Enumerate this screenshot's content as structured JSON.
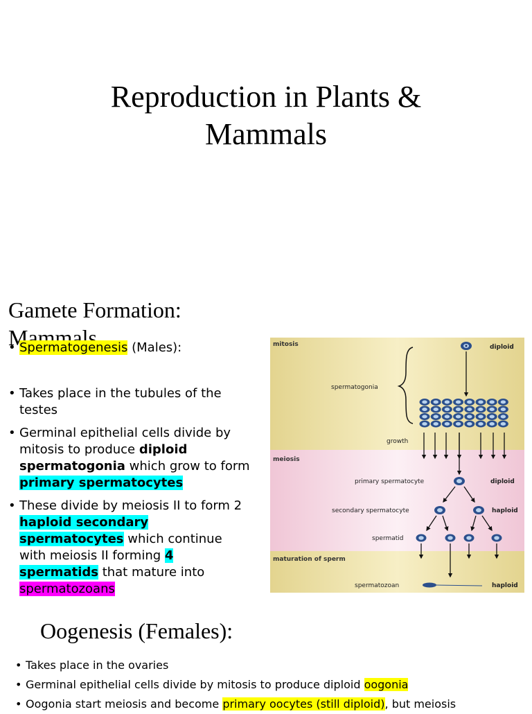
{
  "title": {
    "line1": "Reproduction in Plants &",
    "line2": "Mammals"
  },
  "gamete_heading": {
    "line1": "Gamete Formation:",
    "line2": "Mammals"
  },
  "bullet_char": "•",
  "male_list": {
    "b1": {
      "hl": "Spermatogenesis",
      "rest": " (Males):"
    },
    "b2": {
      "text": "Takes place in the tubules of the testes"
    },
    "b3": {
      "t1": "Germinal epithelial cells divide by mitosis to produce ",
      "bold1": "diploid spermatogonia",
      "t2": " which grow to form ",
      "hl": "primary spermatocytes"
    },
    "b4": {
      "t1": "These divide by meiosis II to form 2 ",
      "hl1": "haploid secondary spermatocytes",
      "t2": " which continue with meiosis II forming ",
      "hl2": "4 spermatids",
      "t3": " that mature into ",
      "hl3": "spermatozoans"
    }
  },
  "diagram": {
    "colors": {
      "yellow_band": "#f1e7ae",
      "pink_band": "#f7dfe8",
      "cell_fill": "#2b4f8c",
      "cell_ring": "#b9d3ee"
    },
    "labels": {
      "mitosis": "mitosis",
      "meiosis": "meiosis",
      "maturation": "maturation of sperm",
      "spermatogonia": "spermatogonia",
      "growth": "growth",
      "primary": "primary spermatocyte",
      "secondary": "secondary spermatocyte",
      "spermatid": "spermatid",
      "spermatozoan": "spermatozoan",
      "diploid1": "diploid",
      "diploid2": "diploid",
      "haploid1": "haploid",
      "haploid2": "haploid"
    }
  },
  "oogenesis_heading": "Oogenesis (Females):",
  "female_list": {
    "b1": {
      "text": "Takes place in the ovaries"
    },
    "b2": {
      "t1": "Germinal epithelial cells divide by mitosis to produce diploid ",
      "hl": "oogonia"
    },
    "b3": {
      "t1": "Oogonia start meiosis and become ",
      "hl": "primary oocytes (still diploid)",
      "t2": ", but meiosis"
    }
  }
}
